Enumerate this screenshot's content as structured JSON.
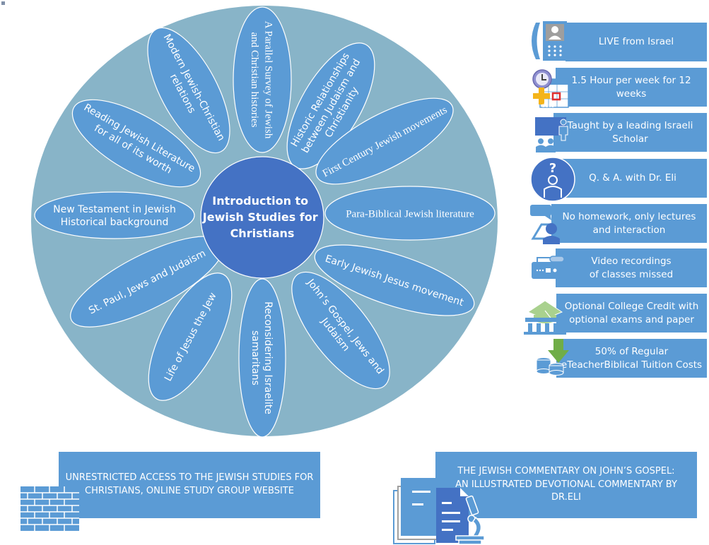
{
  "colors": {
    "outer_circle": "#88b4c8",
    "petal_fill": "#5b9bd5",
    "petal_stroke": "#ffffff",
    "center_fill": "#4472c4",
    "box_fill": "#5b9bd5",
    "icon_blue": "#5b9bd5",
    "icon_dark_blue": "#4472c4",
    "icon_green": "#70ad47",
    "icon_light_green": "#a9d18e",
    "icon_orange": "#f4b41a",
    "icon_red": "#e03030",
    "icon_purple": "#8e8fd0"
  },
  "flower": {
    "center_title": [
      "Introduction to",
      "Jewish Studies for",
      "Christians"
    ],
    "petals": [
      {
        "id": "parallel-survey",
        "lines": [
          "A Parallel Survey of Jewish",
          "and Christian histories"
        ]
      },
      {
        "id": "historic-relationships",
        "lines": [
          "Historic Relationships",
          "between Judaism and",
          "Christianity"
        ]
      },
      {
        "id": "first-century",
        "lines": [
          "First Century Jewish movements"
        ]
      },
      {
        "id": "para-biblical",
        "lines": [
          "Para-Biblical Jewish literature"
        ]
      },
      {
        "id": "early-jewish-jesus",
        "lines": [
          "Early Jewish Jesus movement"
        ]
      },
      {
        "id": "johns-gospel",
        "lines": [
          "John’s Gospel, Jews and",
          "Judaism"
        ]
      },
      {
        "id": "reconsidering-samaritans",
        "lines": [
          "Reconsidering Israelite",
          "samaritans"
        ]
      },
      {
        "id": "life-of-jesus",
        "lines": [
          "Life of Jesus the Jew"
        ]
      },
      {
        "id": "st-paul",
        "lines": [
          "St. Paul, Jews and Judaism"
        ]
      },
      {
        "id": "new-testament",
        "lines": [
          "New Testament in Jewish",
          "Historical background"
        ]
      },
      {
        "id": "reading-jewish-literature",
        "lines": [
          "Reading Jewish Literature",
          "for all of its worth"
        ]
      },
      {
        "id": "modern-relations",
        "lines": [
          "Modern Jewish-Christian",
          "relations"
        ]
      }
    ]
  },
  "features": [
    {
      "id": "live",
      "icon": "phone-contact-icon",
      "lines": [
        "LIVE from Israel"
      ]
    },
    {
      "id": "hours",
      "icon": "clock-calendar-icon",
      "lines": [
        "1.5 Hour per week for 12",
        "weeks"
      ],
      "icon_caption": "date"
    },
    {
      "id": "scholar",
      "icon": "teacher-presentation-icon",
      "lines": [
        "Taught by a leading Israeli",
        "Scholar"
      ]
    },
    {
      "id": "qa",
      "icon": "question-person-icon",
      "lines": [
        "Q. & A. with Dr. Eli"
      ]
    },
    {
      "id": "homework",
      "icon": "speech-bubble-person-icon",
      "lines": [
        "No homework, only lectures",
        "and interaction"
      ]
    },
    {
      "id": "video",
      "icon": "video-camera-icon",
      "lines": [
        "Video recordings",
        "of classes missed"
      ]
    },
    {
      "id": "credit",
      "icon": "graduation-building-icon",
      "lines": [
        "Optional College Credit with",
        "optional exams and paper"
      ]
    },
    {
      "id": "tuition",
      "icon": "coins-down-arrow-icon",
      "lines": [
        "50% of Regular",
        "eTeacherBiblical Tuition Costs"
      ]
    }
  ],
  "bottom": {
    "access": {
      "icon": "brick-wall-icon",
      "lines": [
        "UNRESTRICTED ACCESS TO THE JEWISH STUDIES FOR",
        "CHRISTIANS, ONLINE STUDY GROUP WEBSITE"
      ]
    },
    "commentary": {
      "icon": "books-microscope-icon",
      "lines": [
        "THE JEWISH COMMENTARY ON JOHN’S GOSPEL:",
        "AN ILLUSTRATED DEVOTIONAL COMMENTARY BY",
        "DR.ELI"
      ]
    }
  }
}
